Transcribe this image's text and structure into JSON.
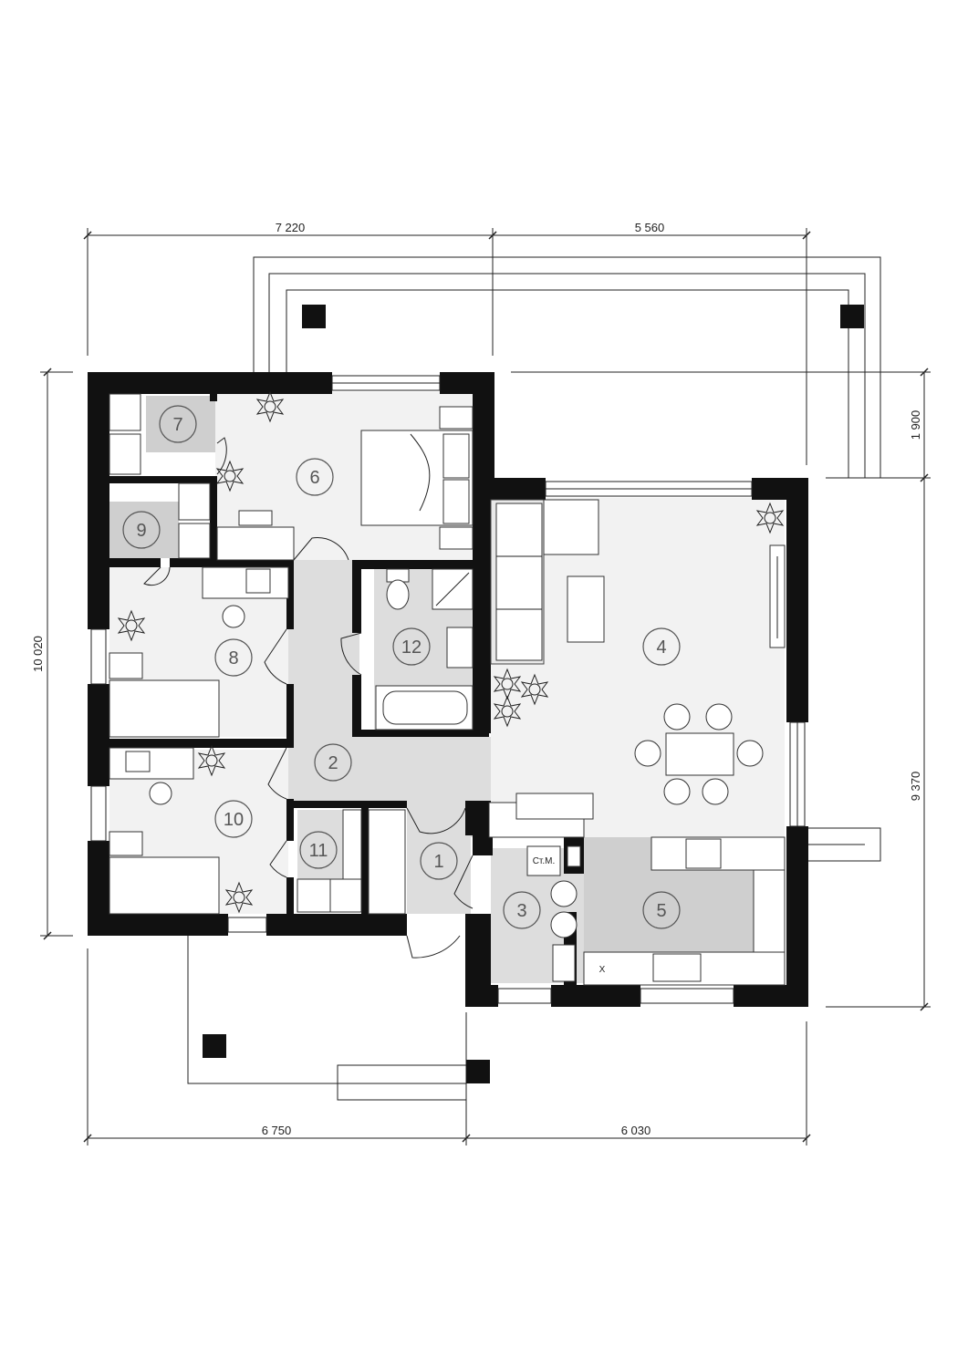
{
  "dimensions": {
    "top_left": "7 220",
    "top_right": "5 560",
    "bottom_left": "6 750",
    "bottom_right": "6 030",
    "left": "10 020",
    "right_top": "1 900",
    "right_bottom": "9 370"
  },
  "rooms": [
    {
      "number": "1"
    },
    {
      "number": "2"
    },
    {
      "number": "3"
    },
    {
      "number": "4"
    },
    {
      "number": "5"
    },
    {
      "number": "6"
    },
    {
      "number": "7"
    },
    {
      "number": "8"
    },
    {
      "number": "9"
    },
    {
      "number": "10"
    },
    {
      "number": "11"
    },
    {
      "number": "12"
    }
  ],
  "labels": {
    "boiler": "Ст.М.",
    "sink_mark": "X"
  },
  "colors": {
    "wall": "#111111",
    "floor_light": "#f2f2f2",
    "floor_mid": "#dddddd",
    "floor_dark": "#cfcfcf"
  }
}
